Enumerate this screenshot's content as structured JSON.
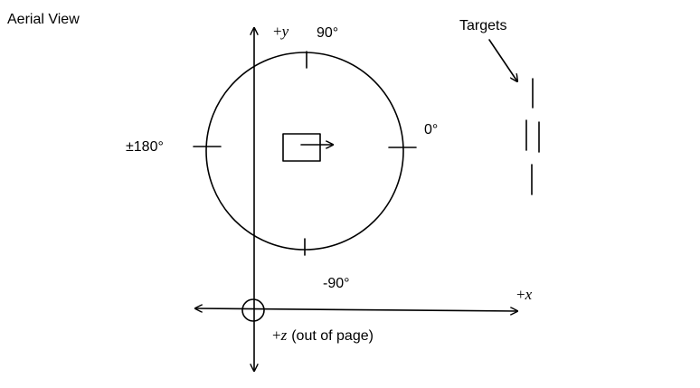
{
  "title": "Aerial View",
  "axes": {
    "y_label_sign": "+",
    "y_label_var": "y",
    "x_label_sign": "+",
    "x_label_var": "x",
    "z_label_sign": "+",
    "z_label_var": "z",
    "z_label_note": "(out of page)"
  },
  "heading_labels": {
    "top": "90°",
    "right": "0°",
    "left": "±180°",
    "bottom": "-90°"
  },
  "targets": {
    "label": "Targets"
  },
  "colors": {
    "stroke": "#000000",
    "background": "#ffffff"
  }
}
